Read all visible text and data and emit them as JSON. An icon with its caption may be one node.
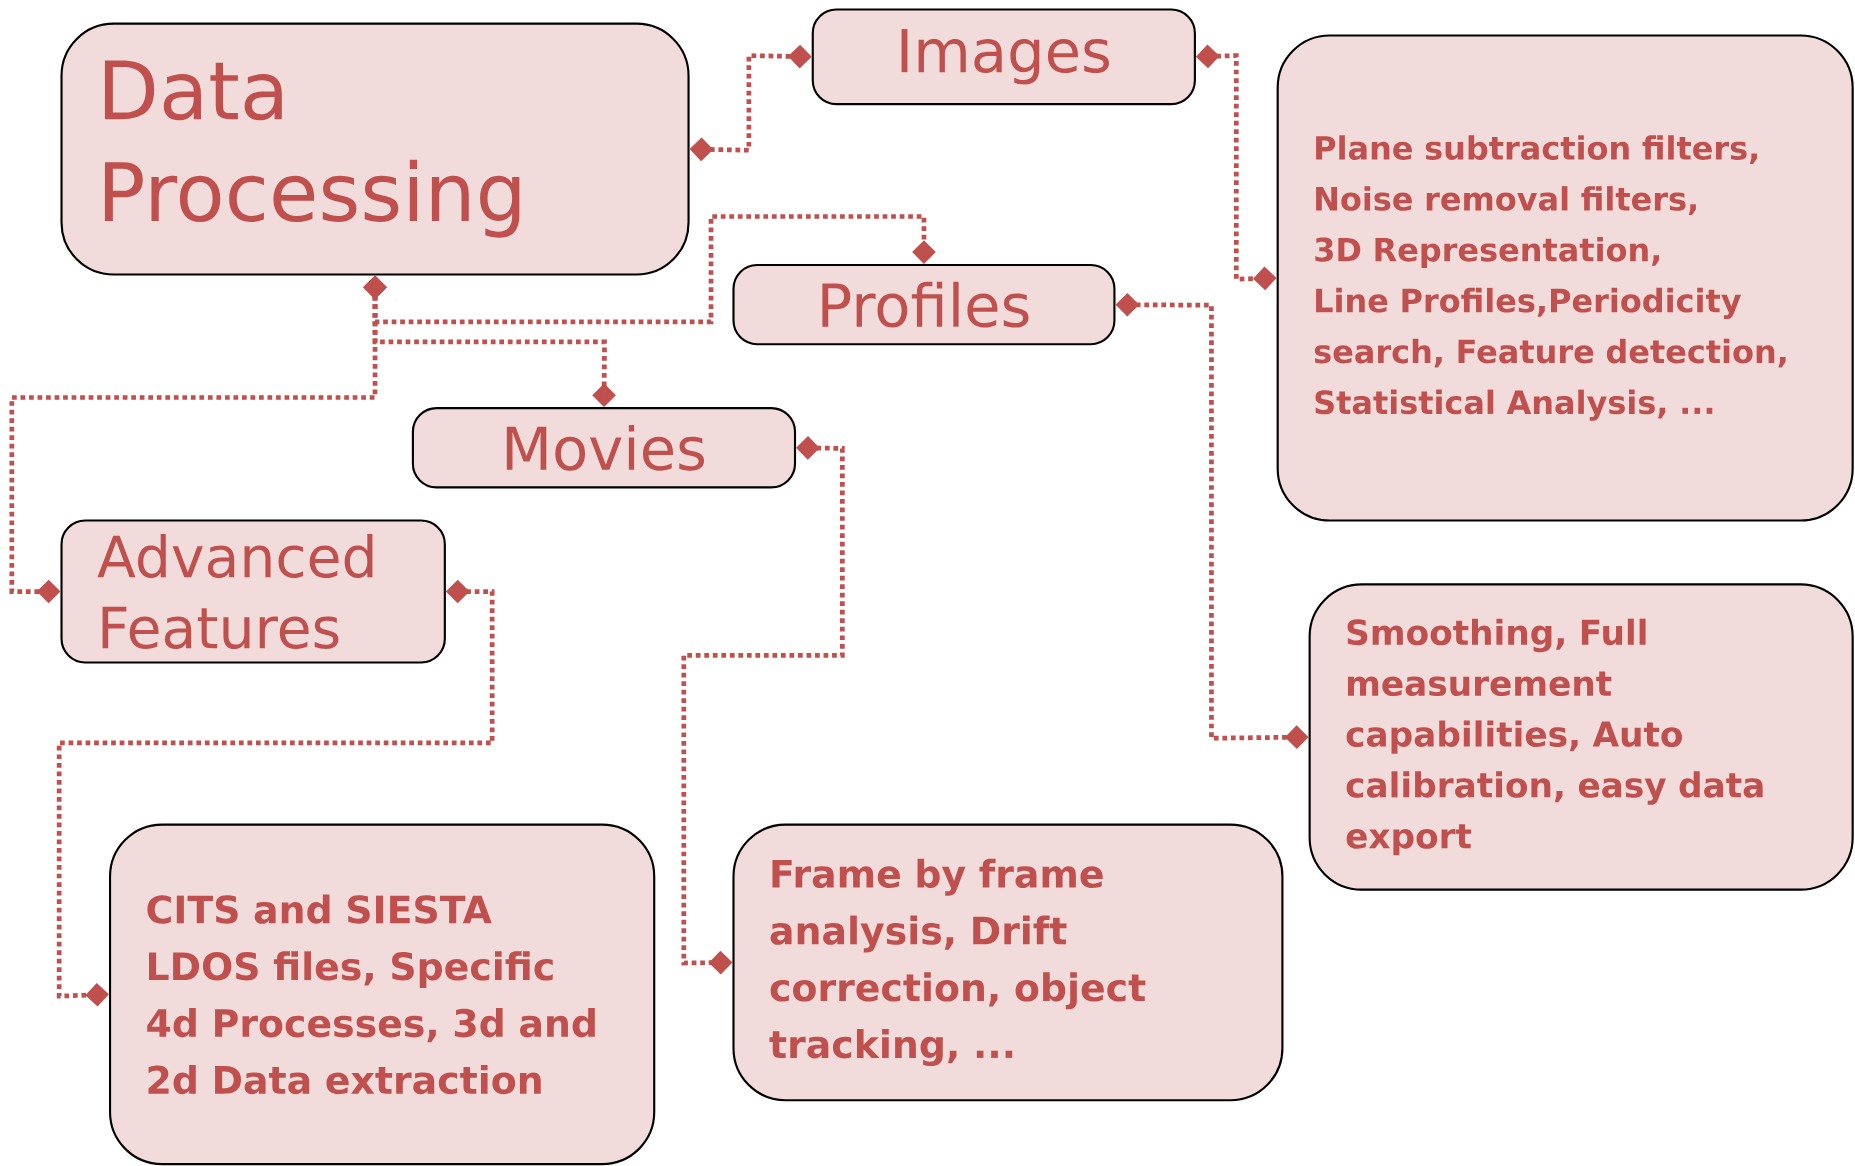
{
  "diagram": {
    "nodes": [
      {
        "text": [
          "Data Processing"
        ]
      },
      {
        "text": [
          "Images"
        ]
      },
      {
        "text": [
          "Plane subtraction filters, Noise removal filters,  3D Representation, Line Profiles,Periodicity search, Feature detection, Statistical Analysis, ..."
        ]
      },
      {
        "text": [
          "Profiles"
        ]
      },
      {
        "text": [
          "Movies"
        ]
      },
      {
        "text": [
          "Advanced Features"
        ]
      },
      {
        "text": [
          "Smoothing, Full measurement capabilities, Auto calibration, easy data export"
        ]
      },
      {
        "text": [
          "CITS and SIESTA LDOS files, Specific 4d Processes, 3d and 2d Data extraction"
        ]
      },
      {
        "text": [
          "Frame by frame analysis, Drift correction, object tracking, ..."
        ]
      }
    ],
    "edges": [
      {
        "from": 0,
        "to": 1,
        "arrow": "other",
        "style": "dashed"
      },
      {
        "from": 1,
        "to": 2,
        "arrow": "other",
        "style": "dashed"
      },
      {
        "from": 0,
        "to": 3,
        "arrow": "other",
        "style": "dashed"
      },
      {
        "from": 0,
        "to": 4,
        "arrow": "other",
        "style": "dashed"
      },
      {
        "from": 0,
        "to": 5,
        "arrow": "other",
        "style": "dashed"
      },
      {
        "from": 3,
        "to": 6,
        "arrow": "other",
        "style": "dashed"
      },
      {
        "from": 4,
        "to": 8,
        "arrow": "other",
        "style": "dashed"
      },
      {
        "from": 5,
        "to": 7,
        "arrow": "other",
        "style": "dashed"
      }
    ]
  }
}
